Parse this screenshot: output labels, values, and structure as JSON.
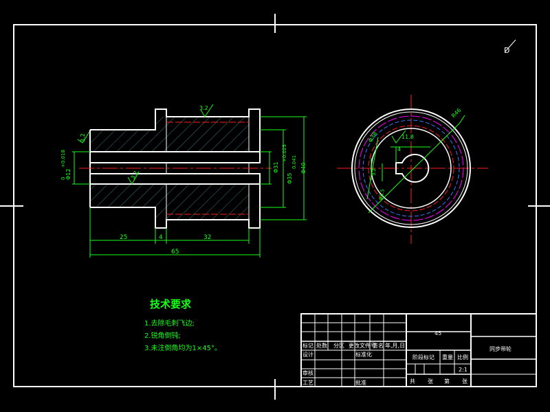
{
  "colors": {
    "background": "#000000",
    "outline": "#ffffff",
    "dimension": "#18ff18",
    "centerline": "#ff2020",
    "hidden": "#ff2020",
    "pitch": "#ff00ff",
    "hatch": "#3a7a7a",
    "gold": "#d8d840"
  },
  "dimensions": {
    "d25": "25",
    "d4": "4",
    "d32": "32",
    "d65": "65",
    "phi12": "Φ12",
    "tol12": "+0.018",
    "tol12b": "0",
    "phi31": "Φ31",
    "phi35": "Φ35",
    "tol35": "+0.025",
    "tol35b": "0.041",
    "phi40": "Φ40",
    "rough1": "3.2",
    "rough2": "3.2",
    "rough3": "3.2",
    "r_label": "R46",
    "keyw": "11.8",
    "keyd": "4",
    "rough_face": "3.2",
    "phi_inner": "Φ38",
    "circle_text": "Φ6.5"
  },
  "tech": {
    "title": "技术要求",
    "line1": "1.去除毛刺飞边;",
    "line2": "2.锐角倒钝;",
    "line3": "3.未注倒角均为1×45°。"
  },
  "titleblock": {
    "material": "45",
    "part_name": "同步带轮",
    "scale_label": "比例",
    "scale": "2:1",
    "weight_label": "重量",
    "stage_label": "阶段标记",
    "h1": "标记",
    "h2": "处数",
    "h3": "分区",
    "h4": "更改文件号",
    "h5": "签名",
    "h6": "年,月,日",
    "design": "设计",
    "std": "标准化",
    "review": "审核",
    "process": "工艺",
    "approve": "批准",
    "sheet1": "共",
    "sheet2": "张",
    "sheet3": "第",
    "sheet4": "张"
  },
  "symbol": "D"
}
